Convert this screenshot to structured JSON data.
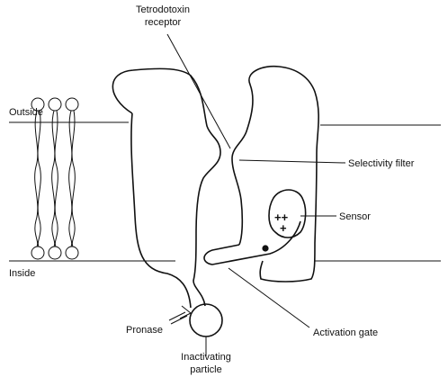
{
  "labels": {
    "tetrodotoxin_line1": "Tetrodotoxin",
    "tetrodotoxin_line2": "receptor",
    "outside": "Outside",
    "inside": "Inside",
    "selectivity_filter": "Selectivity filter",
    "sensor": "Sensor",
    "activation_gate": "Activation gate",
    "pronase": "Pronase",
    "inactivating_line1": "Inactivating",
    "inactivating_line2": "particle",
    "charges_top": "++",
    "charge_bottom": "+"
  },
  "colors": {
    "ink": "#111111",
    "background": "#ffffff"
  }
}
